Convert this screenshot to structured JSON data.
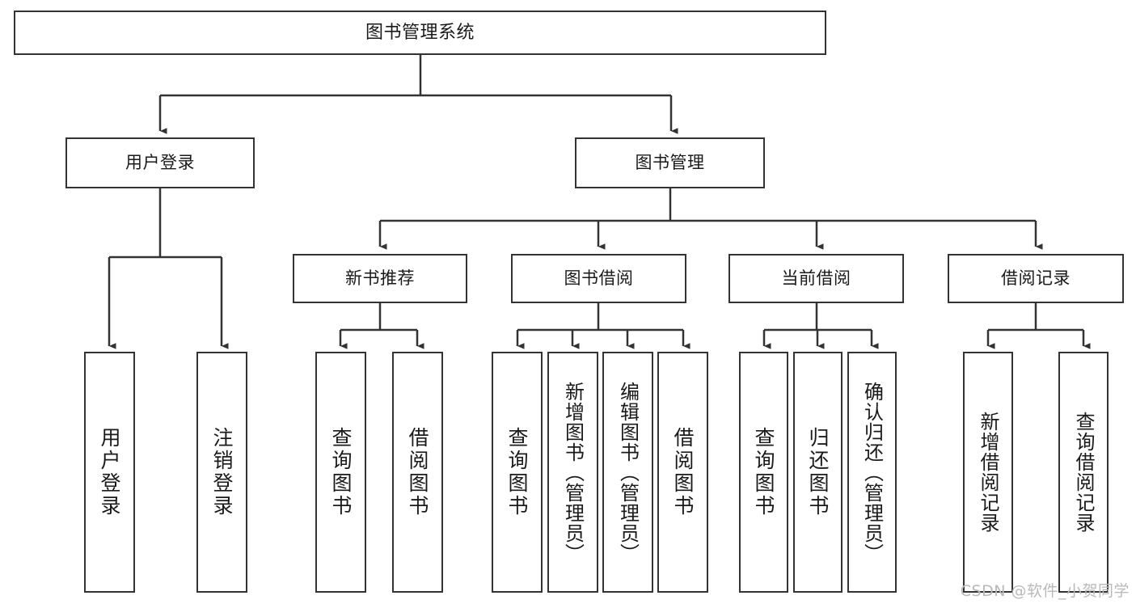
{
  "diagram": {
    "title": "图书管理系统",
    "type": "tree-hierarchy",
    "watermark": "CSDN @软件_小贺同学",
    "colors": {
      "stroke": "#333333",
      "fill": "#ffffff",
      "text": "#1a1a1a",
      "watermark": "#b9b9b9"
    },
    "nodes": {
      "root": {
        "label": "图书管理系统"
      },
      "level1": [
        {
          "label": "用户登录"
        },
        {
          "label": "图书管理"
        }
      ],
      "level2": [
        {
          "label": "新书推荐"
        },
        {
          "label": "图书借阅"
        },
        {
          "label": "当前借阅"
        },
        {
          "label": "借阅记录"
        }
      ],
      "leaves": {
        "user_login": [
          {
            "label": "用户登录"
          },
          {
            "label": "注销登录"
          }
        ],
        "new_book_recommend": [
          {
            "label": "查询图书"
          },
          {
            "label": "借阅图书"
          }
        ],
        "book_borrow": [
          {
            "label": "查询图书"
          },
          {
            "label": "新增图书（管理员）"
          },
          {
            "label": "编辑图书（管理员）"
          },
          {
            "label": "借阅图书"
          }
        ],
        "current_borrow": [
          {
            "label": "查询图书"
          },
          {
            "label": "归还图书"
          },
          {
            "label": "确认归还（管理员）"
          }
        ],
        "borrow_record": [
          {
            "label": "新增借阅记录"
          },
          {
            "label": "查询借阅记录"
          }
        ]
      }
    }
  }
}
